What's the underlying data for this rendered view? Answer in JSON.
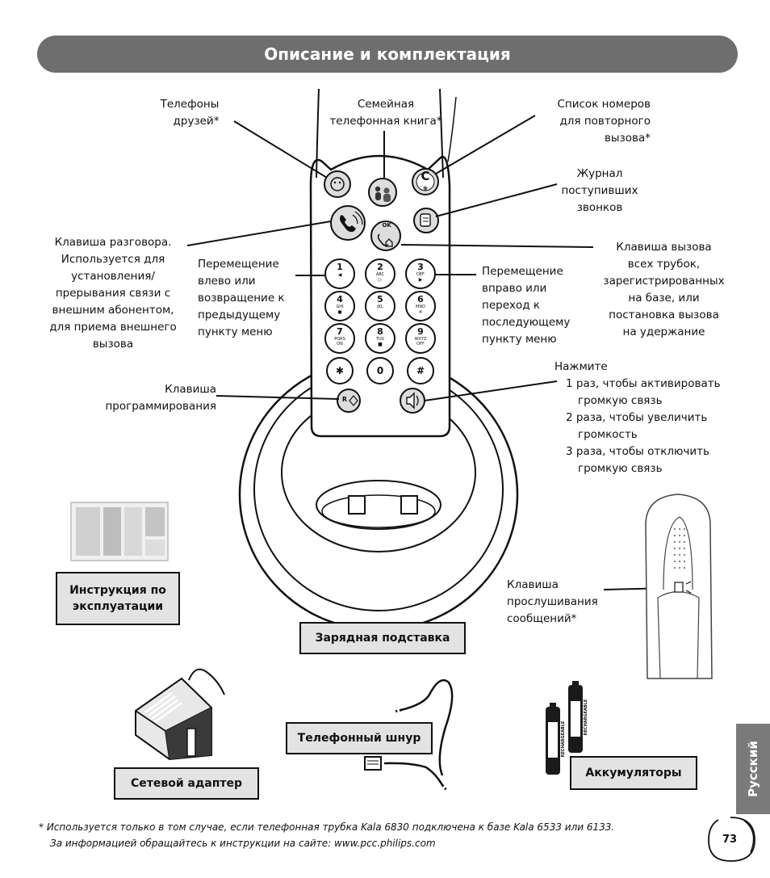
{
  "title": "Описание и комплектация",
  "labels": {
    "friends_l1": "Телефоны",
    "friends_l2": "друзей*",
    "family_l1": "Семейная",
    "family_l2": "телефонная книга*",
    "redial_l1": "Список номеров",
    "redial_l2": "для повторного",
    "redial_l3": "вызова*",
    "log_l1": "Журнал",
    "log_l2": "поступивших",
    "log_l3": "звонков",
    "talk_l1": "Клавиша разговора.",
    "talk_l2": "Используется для",
    "talk_l3": "установления/",
    "talk_l4": "прерывания связи с",
    "talk_l5": "внешним абонентом,",
    "talk_l6": "для приема внешнего",
    "talk_l7": "вызова",
    "left_l1": "Перемещение",
    "left_l2": "влево или",
    "left_l3": "возвращение к",
    "left_l4": "предыдущему",
    "left_l5": "пункту меню",
    "right_l1": "Перемещение",
    "right_l2": "вправо или",
    "right_l3": "переход к",
    "right_l4": "последующему",
    "right_l5": "пункту меню",
    "page_l1": "Клавиша вызова",
    "page_l2": "всех трубок,",
    "page_l3": "зарегистрированных",
    "page_l4": "на базе, или",
    "page_l5": "постановка вызова",
    "page_l6": "на удержание",
    "prog_l1": "Клавиша",
    "prog_l2": "программирования",
    "speaker_l1": "Нажмите",
    "speaker_l2": "1 раз, чтобы активировать",
    "speaker_l3": "громкую связь",
    "speaker_l4": "2 раза, чтобы увеличить",
    "speaker_l5": "громкость",
    "speaker_l6": "3 раза, чтобы отключить",
    "speaker_l7": "громкую связь",
    "msg_l1": "Клавиша",
    "msg_l2": "прослушивания",
    "msg_l3": "сообщений*"
  },
  "keys": [
    {
      "num": "1",
      "sub": "",
      "arrow": "◀"
    },
    {
      "num": "2",
      "sub": "ABC",
      "arrow": "▷"
    },
    {
      "num": "3",
      "sub": "DEF",
      "arrow": "▶"
    },
    {
      "num": "4",
      "sub": "GHI",
      "arrow": "●"
    },
    {
      "num": "5",
      "sub": "JKL",
      "arrow": ""
    },
    {
      "num": "6",
      "sub": "MNO",
      "arrow": "✕"
    },
    {
      "num": "7",
      "sub": "PQRS",
      "arrow": "ON"
    },
    {
      "num": "8",
      "sub": "TUV",
      "arrow": "■"
    },
    {
      "num": "9",
      "sub": "WXYZ",
      "arrow": "OFF"
    },
    {
      "num": "✱",
      "sub": "",
      "arrow": ""
    },
    {
      "num": "0",
      "sub": "",
      "arrow": ""
    },
    {
      "num": "#",
      "sub": "",
      "arrow": ""
    }
  ],
  "buttons": {
    "redial_c": "C",
    "ok": "OK",
    "prog": "R"
  },
  "items": {
    "manual_l1": "Инструкция по",
    "manual_l2": "эксплуатации",
    "charger": "Зарядная подставка",
    "adapter": "Сетевой адаптер",
    "cord": "Телефонный шнур",
    "batteries": "Аккумуляторы",
    "battery_text": "RECHARGEABLE"
  },
  "side_tab": "Русский",
  "page_number": "73",
  "footnote_l1": "* Используется только в том случае, если телефонная трубка Kala 6830 подключена к базе Kala  6533 или 6133.",
  "footnote_l2": "За информацией обращайтесь к инструкции на сайте: www.pcc.philips.com",
  "colors": {
    "title_bg": "#6e6e6e",
    "box_bg": "#e3e3e3",
    "tab_bg": "#7a7a7a"
  }
}
